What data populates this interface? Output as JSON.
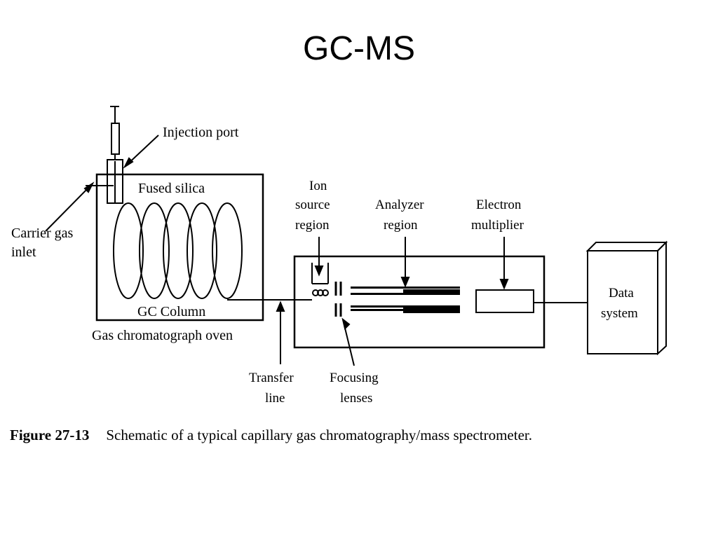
{
  "slide": {
    "title": "GC-MS"
  },
  "labels": {
    "injection_port": "Injection port",
    "fused_silica": "Fused silica",
    "carrier_gas": [
      "Carrier gas",
      "inlet"
    ],
    "gc_column": "GC Column",
    "oven": "Gas chromatograph oven",
    "ion_source": [
      "Ion",
      "source",
      "region"
    ],
    "analyzer": [
      "Analyzer",
      "region"
    ],
    "electron_multiplier": [
      "Electron",
      "multiplier"
    ],
    "data_system": [
      "Data",
      "system"
    ],
    "transfer_line": [
      "Transfer",
      "line"
    ],
    "focusing_lenses": [
      "Focusing",
      "lenses"
    ]
  },
  "caption": {
    "figure_number": "Figure 27-13",
    "text": "Schematic of a typical capillary gas chromatography/mass spectrometer."
  }
}
